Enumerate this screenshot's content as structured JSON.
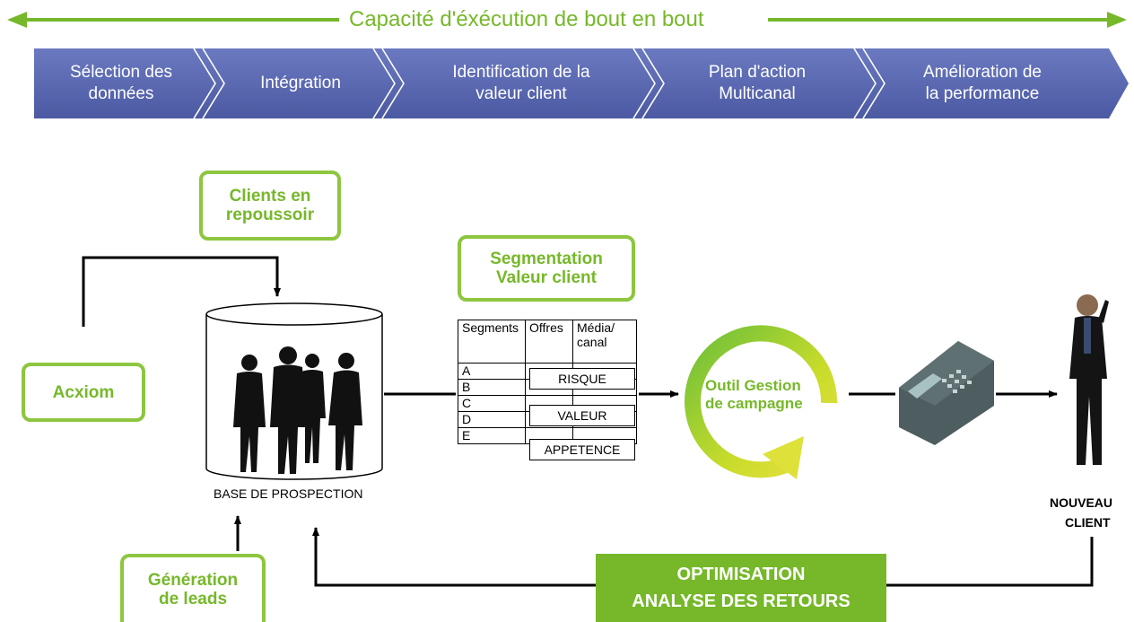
{
  "header": {
    "title": "Capacité d'éxécution de bout en bout",
    "stages": [
      "Sélection des\ndonnées",
      "Intégration",
      "Identification de la\nvaleur client",
      "Plan d'action\nMulticanal",
      "Amélioration de\nla performance"
    ]
  },
  "boxes": {
    "clients_repoussoir": "Clients en\nrepoussoir",
    "acxiom": "Acxiom",
    "generation_leads": "Génération\nde leads",
    "segmentation": "Segmentation\nValeur client",
    "outil": "Outil Gestion\nde campagne",
    "optimisation_line1": "OPTIMISATION",
    "optimisation_line2": "ANALYSE DES RETOURS"
  },
  "database": {
    "caption": "BASE DE PROSPECTION"
  },
  "client": {
    "caption_line1": "NOUVEAU",
    "caption_line2": "CLIENT"
  },
  "segment_table": {
    "headers": [
      "Segments",
      "Offres",
      "Média/\ncanal"
    ],
    "rows": [
      "A",
      "B",
      "C",
      "D",
      "E"
    ],
    "offers": [
      "RISQUE",
      "VALEUR",
      "APPETENCE"
    ]
  },
  "colors": {
    "banner": "#5a6ab0",
    "accent_green": "#8dc63f",
    "arrow_green": "#76b82a"
  }
}
